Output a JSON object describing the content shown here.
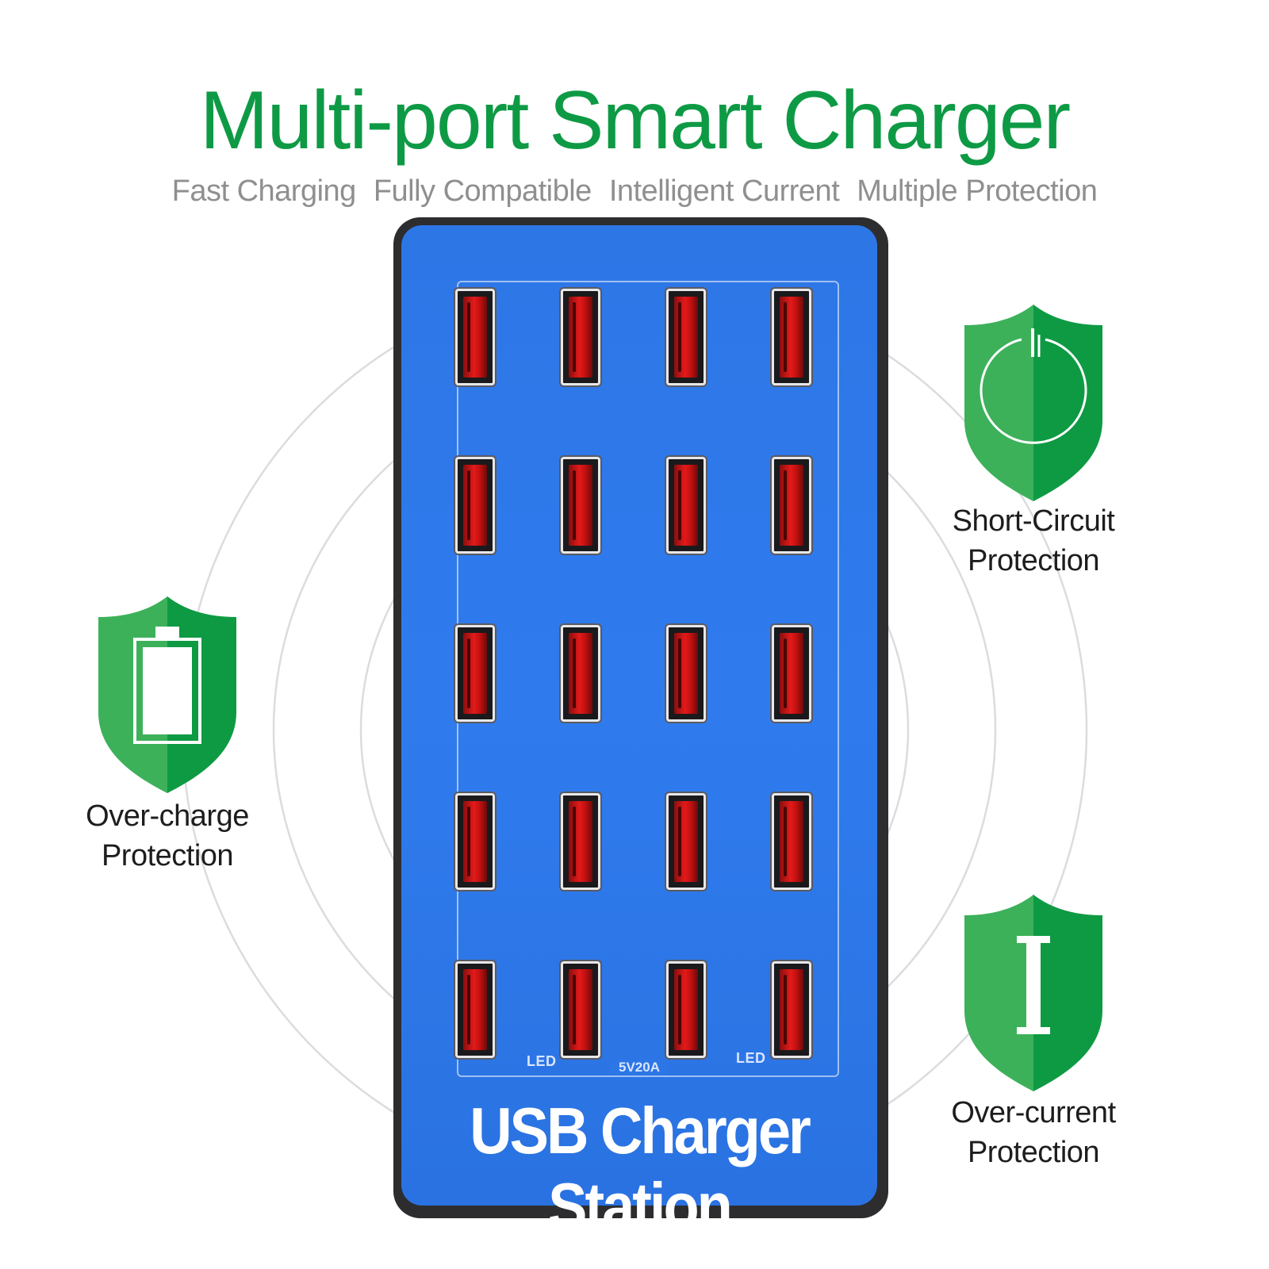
{
  "header": {
    "title": "Multi-port Smart Charger",
    "features": [
      "Fast Charging",
      "Fully Compatible",
      "Intelligent Current",
      "Multiple Protection"
    ]
  },
  "device": {
    "label": "USB Charger Station",
    "rating": "5V20A",
    "led_labels": [
      "LED",
      "LED"
    ],
    "ports": {
      "rows": 5,
      "columns": 4,
      "total": 20
    },
    "colors": {
      "body": "#2f7bee",
      "port": "#e31a1a",
      "frame": "#2d2d2f"
    }
  },
  "badges": [
    {
      "line1": "Short-Circuit",
      "line2": "Protection",
      "icon": "power-icon"
    },
    {
      "line1": "Over-charge",
      "line2": "Protection",
      "icon": "battery-icon"
    },
    {
      "line1": "Over-current",
      "line2": "Protection",
      "icon": "current-icon"
    }
  ],
  "theme": {
    "accent": "#0e9a45",
    "shield_light": "#3cb15a",
    "shield_dark": "#0d9a43",
    "subtitle": "#8f8f8f"
  }
}
